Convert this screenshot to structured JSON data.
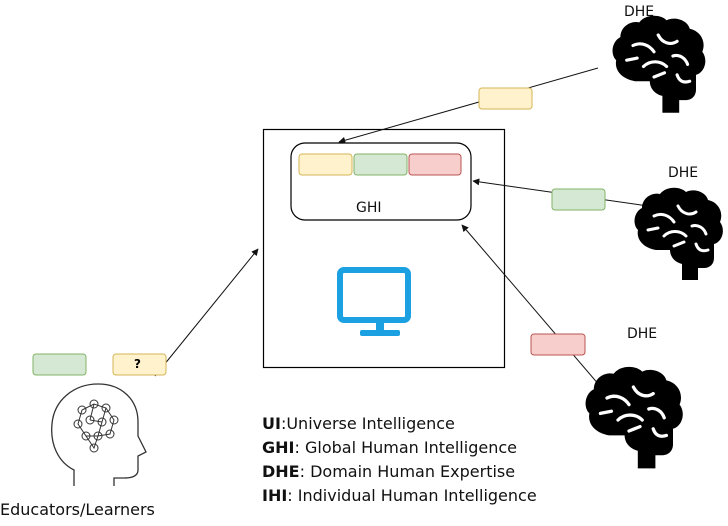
{
  "labels": {
    "dhe_top": "DHE",
    "dhe_middle": "DHE",
    "dhe_bottom": "DHE",
    "ghi": "GHI",
    "question_mark": "?",
    "educators": "Educators/Learners"
  },
  "legend": [
    {
      "abbr": "UI",
      "sep": ":",
      "text": "Universe Intelligence"
    },
    {
      "abbr": "GHI",
      "sep": ": ",
      "text": "Global Human Intelligence"
    },
    {
      "abbr": "DHE",
      "sep": ": ",
      "text": "Domain Human Expertise"
    },
    {
      "abbr": "IHI",
      "sep": ": ",
      "text": "Individual Human Intelligence"
    }
  ],
  "colors": {
    "yellow_fill": "#fff2cc",
    "yellow_stroke": "#d6b656",
    "green_fill": "#d5e8d4",
    "green_stroke": "#82b366",
    "red_fill": "#f8cecc",
    "red_stroke": "#b85450",
    "monitor": "#1ba1e2",
    "brain": "#000000"
  },
  "icons": {
    "brain": "brain-icon",
    "monitor": "monitor-icon",
    "head": "head-profile-icon"
  }
}
